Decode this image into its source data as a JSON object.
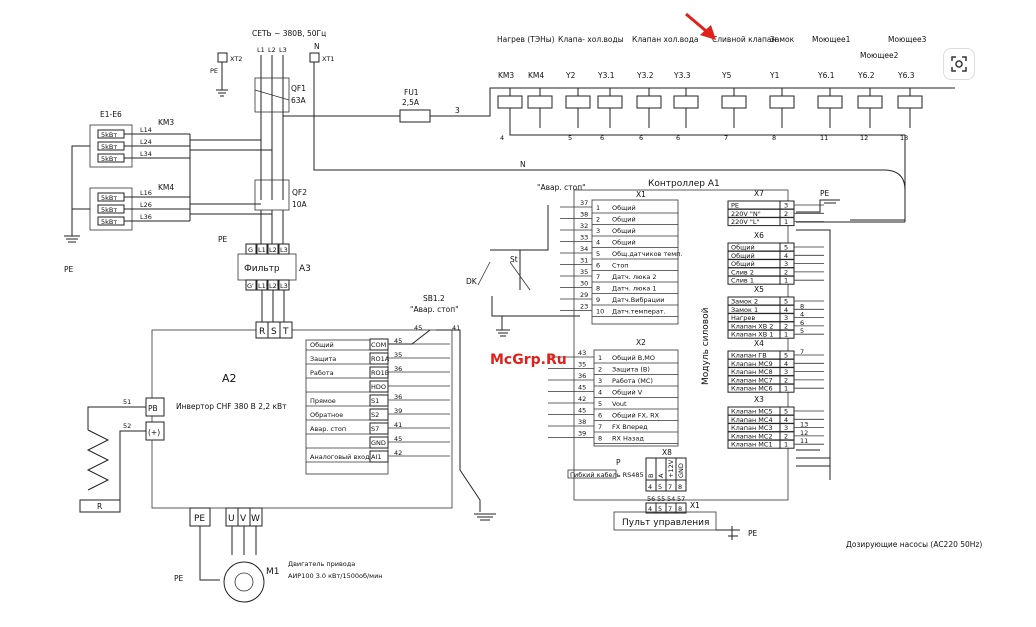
{
  "network_label": "СЕТЬ ~ 380В, 50Гц",
  "phases": [
    "L1",
    "L2",
    "L3"
  ],
  "neutral_label": "N",
  "terminals": {
    "xt1": "XT1",
    "xt2": "XT2"
  },
  "pe_label": "PE",
  "breakers": {
    "qf1": "QF1",
    "qf1_rating": "63A",
    "qf2": "QF2",
    "qf2_rating": "10A"
  },
  "fuse": {
    "name": "FU1",
    "rating": "2,5A"
  },
  "heaters": {
    "group": "E1-E6",
    "cell": "5kВт",
    "contactor_1": "KM3",
    "contactor_2": "KM4",
    "lines": [
      "L14",
      "L24",
      "L34",
      "L16",
      "L26",
      "L36"
    ]
  },
  "filter": {
    "name": "Фильтр",
    "ref": "A3",
    "inputs": [
      "G",
      "L1",
      "L2",
      "L3"
    ],
    "outputs": [
      "G'",
      "L1'",
      "L2'",
      "L3'"
    ]
  },
  "inverter": {
    "ref": "A2",
    "title": "Инвертор CHF 380 В 2,2 кВт",
    "terms_in": [
      "R",
      "S",
      "T"
    ],
    "terms_out": [
      "PE",
      "U",
      "V",
      "W"
    ],
    "pb": "PB",
    "plus": "(+)",
    "io_rows": [
      {
        "label": "Общий",
        "pin": "COM",
        "wire": "45"
      },
      {
        "label": "Защита",
        "pin": "RO1A",
        "wire": "35"
      },
      {
        "label": "Работа",
        "pin": "RO1B",
        "wire": "36"
      },
      {
        "label": "",
        "pin": "HDO",
        "wire": ""
      },
      {
        "label": "Прямое",
        "pin": "S1",
        "wire": "36"
      },
      {
        "label": "Обратное",
        "pin": "S2",
        "wire": "39"
      },
      {
        "label": "Авар. стоп",
        "pin": "S7",
        "wire": "41"
      },
      {
        "label": "",
        "pin": "GND",
        "wire": "45"
      },
      {
        "label": "Аналоговый вход",
        "pin": "AI1",
        "wire": "42"
      }
    ]
  },
  "resistor": {
    "name": "R",
    "wire_a": "51",
    "wire_b": "52"
  },
  "motor": {
    "ref": "M1",
    "desc": "Двигатель привода",
    "model": "АИР100 3.0 кВт/1500об/мин"
  },
  "estop": {
    "name": "SB1.2",
    "caption": "\"Авар. стоп\"",
    "wire_a": "45",
    "wire_b": "41"
  },
  "controller": {
    "title": "Контроллер A1",
    "x1_caption": "\"Авар. стоп\"",
    "x1_ref": "X1",
    "x1_rows": [
      {
        "n": "1",
        "label": "Общий",
        "wire": "37"
      },
      {
        "n": "2",
        "label": "Общий",
        "wire": "38"
      },
      {
        "n": "3",
        "label": "Общий",
        "wire": "32"
      },
      {
        "n": "4",
        "label": "Общий",
        "wire": "33"
      },
      {
        "n": "5",
        "label": "Общ.датчиков темп.",
        "wire": "34"
      },
      {
        "n": "6",
        "label": "Стоп",
        "wire": "31"
      },
      {
        "n": "7",
        "label": "Датч. люка 2",
        "wire": "35"
      },
      {
        "n": "8",
        "label": "Датч. люка 1",
        "wire": "30"
      },
      {
        "n": "9",
        "label": "Датч.Вибрации",
        "wire": "29"
      },
      {
        "n": "10",
        "label": "Датч.температ.",
        "wire": "23"
      }
    ],
    "sensors": {
      "dk": "DK",
      "st": "St"
    },
    "module": "Модуль силовой",
    "x2_ref": "X2",
    "x2_rows": [
      {
        "n": "1",
        "label": "Общий В,МО",
        "wire": "43"
      },
      {
        "n": "2",
        "label": "Защита (B)",
        "wire": "35"
      },
      {
        "n": "3",
        "label": "Работа (MC)",
        "wire": "36"
      },
      {
        "n": "4",
        "label": "Общий V",
        "wire": "45"
      },
      {
        "n": "5",
        "label": "Vout",
        "wire": "42"
      },
      {
        "n": "6",
        "label": "Общий FX, RX",
        "wire": "45"
      },
      {
        "n": "7",
        "label": "FX    Вперед",
        "wire": "38"
      },
      {
        "n": "8",
        "label": "RX    Назад",
        "wire": "39"
      }
    ],
    "x8_ref": "X8",
    "x8_cols": [
      "B",
      "A",
      "+12V",
      "GND"
    ],
    "x8_pins": [
      "4",
      "5",
      "7",
      "8"
    ],
    "cable_p": "P",
    "cable_label": "Гибкий кабель RS485",
    "x7_ref": "X7",
    "x7_rows": [
      {
        "label": "PE",
        "n": "3"
      },
      {
        "label": "220V \"N\"",
        "n": "2"
      },
      {
        "label": "220V \"L\"",
        "n": "1"
      }
    ],
    "x6_ref": "X6",
    "x6_rows": [
      {
        "label": "Общий",
        "n": "5"
      },
      {
        "label": "Общий",
        "n": "4"
      },
      {
        "label": "Общий",
        "n": "3"
      },
      {
        "label": "Слив 2",
        "n": "2"
      },
      {
        "label": "Слив 1",
        "n": "1"
      }
    ],
    "x5_ref": "X5",
    "x5_rows": [
      {
        "label": "Замок 2",
        "n": "5",
        "wire": ""
      },
      {
        "label": "Замок 1",
        "n": "4",
        "wire": "8"
      },
      {
        "label": "Нагрев",
        "n": "3",
        "wire": "4"
      },
      {
        "label": "Клапан ХВ 2",
        "n": "2",
        "wire": "6"
      },
      {
        "label": "Клапан ХВ 1",
        "n": "1",
        "wire": "5"
      }
    ],
    "x4_ref": "X4",
    "x4_rows": [
      {
        "label": "Клапан ГВ",
        "n": "5",
        "wire": "7"
      },
      {
        "label": "Клапан МС9",
        "n": "4",
        "wire": ""
      },
      {
        "label": "Клапан МС8",
        "n": "3",
        "wire": ""
      },
      {
        "label": "Клапан МС7",
        "n": "2",
        "wire": ""
      },
      {
        "label": "Клапан МС6",
        "n": "1",
        "wire": ""
      }
    ],
    "x3_ref": "X3",
    "x3_rows": [
      {
        "label": "Клапан МС5",
        "n": "5",
        "wire": ""
      },
      {
        "label": "Клапан МС4",
        "n": "4",
        "wire": ""
      },
      {
        "label": "Клапан МС3",
        "n": "3",
        "wire": "13"
      },
      {
        "label": "Клапан МС2",
        "n": "2",
        "wire": "12"
      },
      {
        "label": "Клапан МС1",
        "n": "1",
        "wire": "11"
      }
    ]
  },
  "panel": {
    "name": "Пульт управления",
    "ref": "X1",
    "wires": [
      "56",
      "55",
      "54",
      "57"
    ],
    "pins": [
      "4",
      "5",
      "7",
      "8"
    ]
  },
  "top_loads": [
    {
      "caption": "Нагрев (ТЭНы)",
      "ref": "KM3",
      "wire": "4"
    },
    {
      "caption": "",
      "ref": "KM4",
      "wire": ""
    },
    {
      "caption": "Клапа- хол.воды",
      "ref": "Y2",
      "wire": "5"
    },
    {
      "caption": "",
      "ref": "Y3.1",
      "wire": "6"
    },
    {
      "caption": "Клапан хол.вода",
      "ref": "Y3.2",
      "wire": "6"
    },
    {
      "caption": "",
      "ref": "Y3.3",
      "wire": "6"
    },
    {
      "caption": "Сливной клапан",
      "ref": "Y5",
      "wire": "7"
    },
    {
      "caption": "Замок",
      "ref": "Y1",
      "wire": "8"
    },
    {
      "caption": "Моющее1",
      "ref": "Y6.1",
      "wire": "11"
    },
    {
      "caption": "Моющее2",
      "ref": "Y6.2",
      "wire": "12"
    },
    {
      "caption": "Моющее3",
      "ref": "Y6.3",
      "wire": "13"
    }
  ],
  "wire_3": "3",
  "dosing_note": "Дозирующие насосы (AC220 50Hz)",
  "watermark": "McGrp.Ru",
  "accent_arrow": "#e0211b",
  "watermark_color": "#e0211b",
  "lens_icon": "lens-search-icon"
}
